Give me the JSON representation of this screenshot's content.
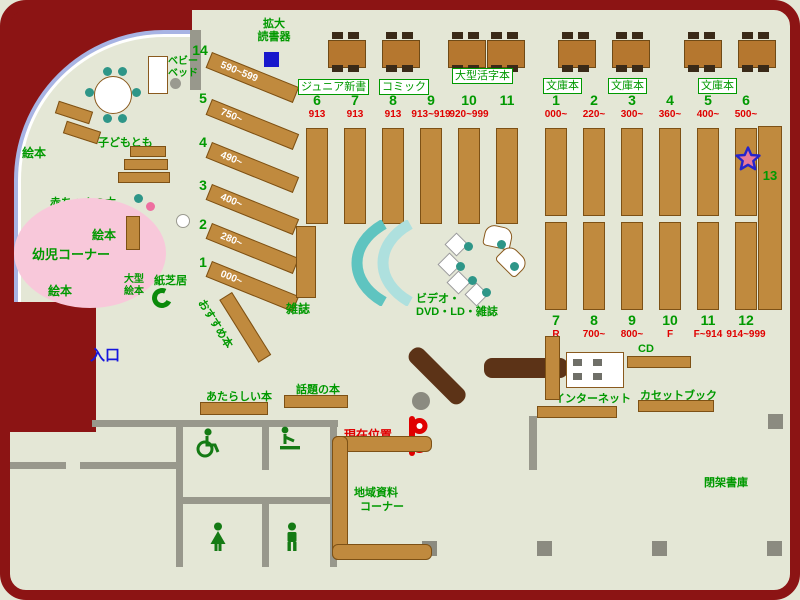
{
  "labels": {
    "entrance": "入口",
    "current_location": "現在位置",
    "magnifier_l1": "拡大",
    "magnifier_l2": "読書器",
    "recommended": "おすすめ本",
    "zasshi": "雑誌",
    "video_l1": "ビデオ・",
    "video_l2": "DVD・LD・雑誌",
    "cd": "CD",
    "internet": "インターネット",
    "cassette": "カセットブック",
    "closed_stacks": "閉架書庫",
    "new_books": "あたらしい本",
    "topic_books": "話題の本",
    "local_l1": "地域資料",
    "local_l2": "コーナー",
    "shelf13": "13"
  },
  "headers": {
    "junior": "ジュニア新書",
    "comic": "コミック",
    "large_print": "大型活字本",
    "bunko1": "文庫本",
    "bunko2": "文庫本",
    "bunko3": "文庫本"
  },
  "kids": {
    "baby_bed_l1": "ベビー",
    "baby_bed_l2": "ベッド",
    "kodomotomo": "子どもとも",
    "baby_books": "赤ちゃんの本",
    "corner": "幼児コーナー",
    "ehon1": "絵本",
    "ehon2": "絵本",
    "ehon3": "絵本",
    "ogata_l1": "大型",
    "ogata_l2": "絵本",
    "kamishibai": "紙芝居"
  },
  "diagonal_shelves": [
    {
      "num": "14",
      "range": "590~599"
    },
    {
      "num": "5",
      "range": "750~"
    },
    {
      "num": "4",
      "range": "490~"
    },
    {
      "num": "3",
      "range": "400~"
    },
    {
      "num": "2",
      "range": "280~"
    },
    {
      "num": "1",
      "range": "000~"
    }
  ],
  "center_columns": [
    {
      "num": "6",
      "code": "913"
    },
    {
      "num": "7",
      "code": "913"
    },
    {
      "num": "8",
      "code": "913"
    },
    {
      "num": "9",
      "code": "913~919"
    },
    {
      "num": "10",
      "code": "920~999"
    },
    {
      "num": "11",
      "code": ""
    }
  ],
  "right_columns_top": [
    {
      "num": "1",
      "code": "000~"
    },
    {
      "num": "2",
      "code": "220~"
    },
    {
      "num": "3",
      "code": "300~"
    },
    {
      "num": "4",
      "code": "360~"
    },
    {
      "num": "5",
      "code": "400~"
    },
    {
      "num": "6",
      "code": "500~"
    }
  ],
  "right_columns_bottom": [
    {
      "num": "7",
      "code": "R"
    },
    {
      "num": "8",
      "code": "700~"
    },
    {
      "num": "9",
      "code": "800~"
    },
    {
      "num": "10",
      "code": "F"
    },
    {
      "num": "11",
      "code": "F~914"
    },
    {
      "num": "12",
      "code": "914~999"
    }
  ],
  "colors": {
    "label_green": "#009900",
    "code_red": "#e00000",
    "entrance_blue": "#1515dd",
    "wall_maroon": "#8c1414",
    "shelf_brown": "#c08a3e",
    "seat_teal": "#2e9688",
    "kids_pink": "#f8c8da"
  }
}
